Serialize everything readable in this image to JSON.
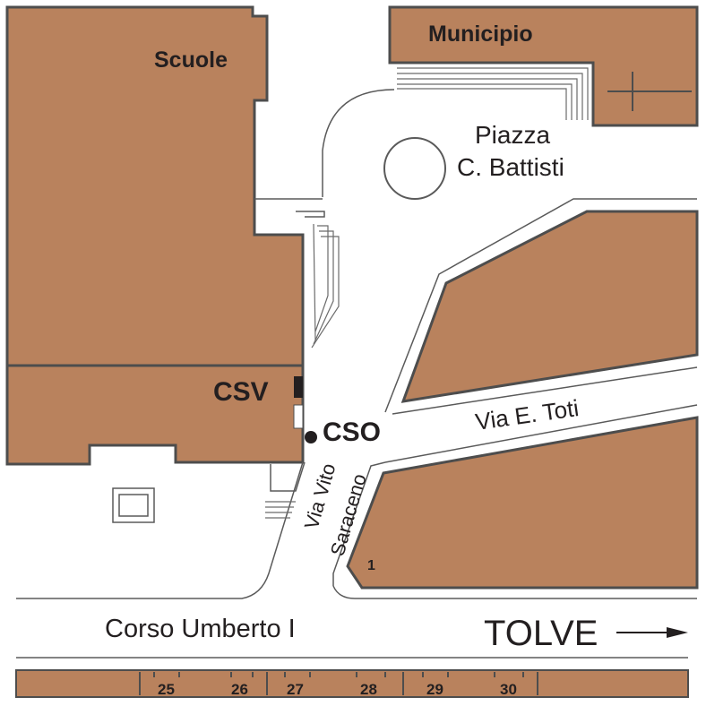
{
  "map": {
    "buildings": {
      "schools": "Scuole",
      "town_hall": "Municipio",
      "csv": "CSV",
      "lot_number": "1"
    },
    "squares": {
      "piazza_line1": "Piazza",
      "piazza_line2": "C. Battisti"
    },
    "streets": {
      "via_toti": "Via E. Toti",
      "via_vito_line1": "Via Vito",
      "via_vito_line2": "Saraceno",
      "corso": "Corso Umberto I"
    },
    "marker": {
      "label": "CSO"
    },
    "direction": {
      "label": "TOLVE",
      "arrow": "right-arrow-icon"
    },
    "house_numbers": [
      "25",
      "26",
      "27",
      "28",
      "29",
      "30"
    ],
    "colors": {
      "building_fill": "#b9825d",
      "building_outline": "#4d4d4d",
      "road_line": "#5a5a5a",
      "text": "#231f20"
    }
  }
}
